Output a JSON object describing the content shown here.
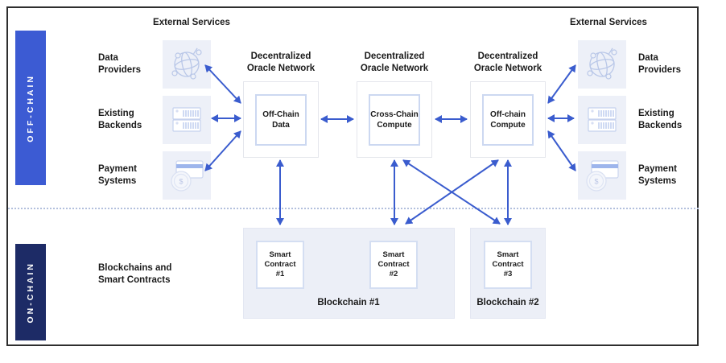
{
  "colors": {
    "accent_blue": "#3A5CCE",
    "offchain_bar": "#3C5BD3",
    "onchain_bar": "#1D2B66",
    "tile_bg": "#EDF0F8",
    "container_bg": "#ECEFF7",
    "inner_border": "#CCD8F1",
    "frame_border": "#2E2E2E",
    "dotted_divider": "#B3C0DD"
  },
  "bars": {
    "offchain": "OFF-CHAIN",
    "onchain": "ON-CHAIN"
  },
  "headers": {
    "external_services_left": "External Services",
    "external_services_right": "External Services"
  },
  "left_services": [
    {
      "line1": "Data",
      "line2": "Providers",
      "icon": "data-network-icon"
    },
    {
      "line1": "Existing",
      "line2": "Backends",
      "icon": "server-icon"
    },
    {
      "line1": "Payment",
      "line2": "Systems",
      "icon": "payment-card-icon"
    }
  ],
  "right_services": [
    {
      "line1": "Data",
      "line2": "Providers",
      "icon": "data-network-icon"
    },
    {
      "line1": "Existing",
      "line2": "Backends",
      "icon": "server-icon"
    },
    {
      "line1": "Payment",
      "line2": "Systems",
      "icon": "payment-card-icon"
    }
  ],
  "oracles": [
    {
      "title1": "Decentralized",
      "title2": "Oracle Network",
      "node1": "Off-Chain",
      "node2": "Data"
    },
    {
      "title1": "Decentralized",
      "title2": "Oracle Network",
      "node1": "Cross-Chain",
      "node2": "Compute"
    },
    {
      "title1": "Decentralized",
      "title2": "Oracle Network",
      "node1": "Off-chain",
      "node2": "Compute"
    }
  ],
  "onchain_section": {
    "label1": "Blockchains and",
    "label2": "Smart Contracts",
    "blockchains": [
      {
        "label": "Blockchain #1",
        "contracts": [
          {
            "l1": "Smart",
            "l2": "Contract",
            "l3": "#1"
          },
          {
            "l1": "Smart",
            "l2": "Contract",
            "l3": "#2"
          }
        ]
      },
      {
        "label": "Blockchain #2",
        "contracts": [
          {
            "l1": "Smart",
            "l2": "Contract",
            "l3": "#3"
          }
        ]
      }
    ]
  }
}
